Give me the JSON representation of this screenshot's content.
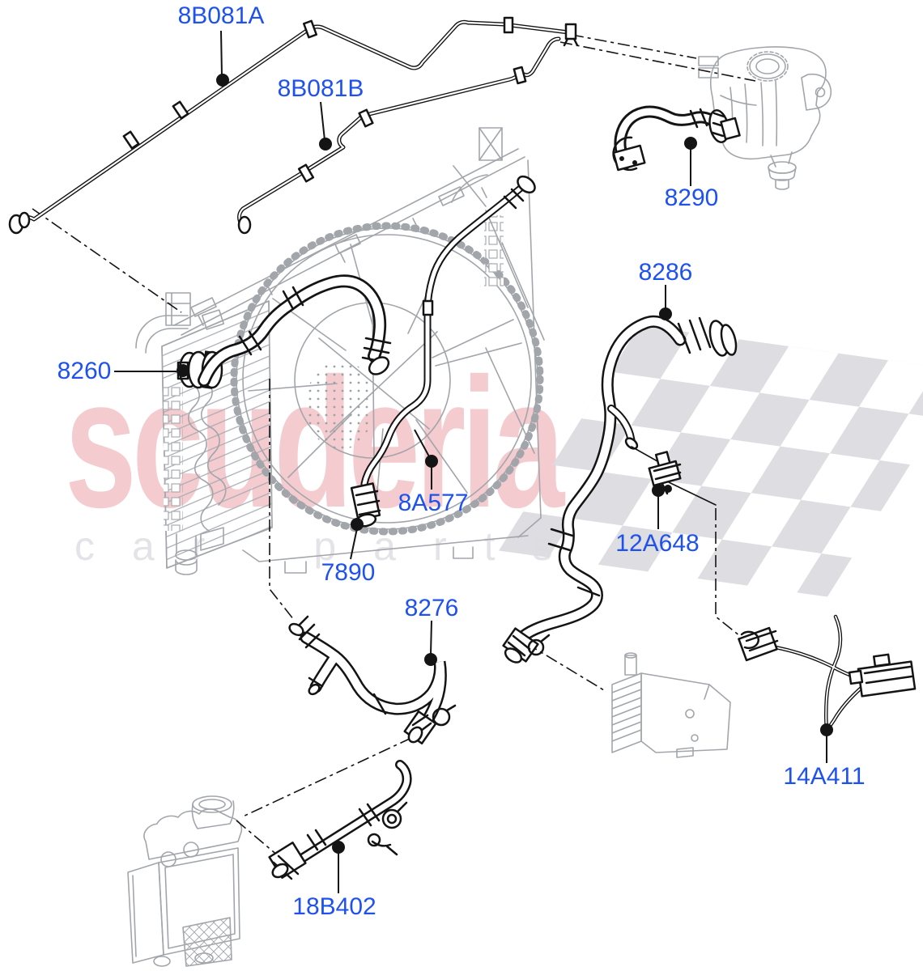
{
  "diagram_title": "Cooling system hoses exploded parts diagram",
  "watermark": {
    "brand": "scuderia",
    "tagline": "car parts",
    "brand_color": "#f4cbcf",
    "tagline_color": "#e4e4e8",
    "flag_color": "#dcdce1"
  },
  "colors": {
    "label_blue": "#1f51ee",
    "part_line_black": "#141414",
    "context_line_gray": "#a2a6ab",
    "background": "#ffffff"
  },
  "labels": [
    {
      "text": "8B081A"
    },
    {
      "text": "8B081B"
    },
    {
      "text": "8290"
    },
    {
      "text": "8260"
    },
    {
      "text": "8286"
    },
    {
      "text": "8A577"
    },
    {
      "text": "7890"
    },
    {
      "text": "12A648"
    },
    {
      "text": "8276"
    },
    {
      "text": "14A411"
    },
    {
      "text": "18B402"
    }
  ]
}
